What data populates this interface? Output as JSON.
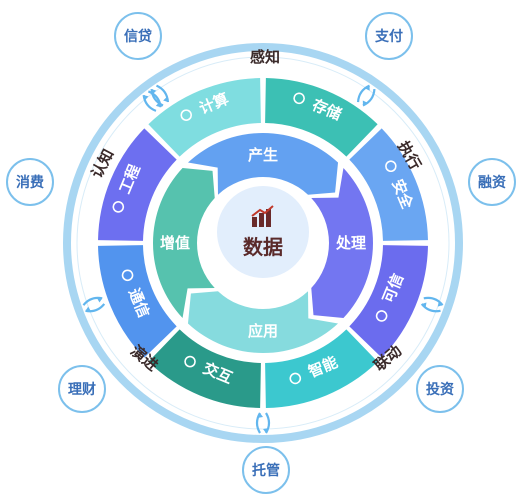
{
  "center": {
    "label": "数据"
  },
  "cycle": [
    {
      "id": "produce",
      "label": "产生",
      "color": "#5b9cf0"
    },
    {
      "id": "process",
      "label": "处理",
      "color": "#6b6ff0"
    },
    {
      "id": "apply",
      "label": "应用",
      "color": "#7fd9dc"
    },
    {
      "id": "grow",
      "label": "增值",
      "color": "#4dbfaa"
    }
  ],
  "segments": [
    {
      "id": "storage",
      "label": "存储",
      "icon": "storage-icon",
      "color": "#3cc0b4"
    },
    {
      "id": "security",
      "label": "安全",
      "icon": "shield-icon",
      "color": "#6aa6f2"
    },
    {
      "id": "trusted",
      "label": "可信",
      "icon": "trust-icon",
      "color": "#6b6cee"
    },
    {
      "id": "intelligent",
      "label": "智能",
      "icon": "ai-icon",
      "color": "#3cc8cf"
    },
    {
      "id": "interaction",
      "label": "交互",
      "icon": "interact-icon",
      "color": "#2a9a8a"
    },
    {
      "id": "communication",
      "label": "通信",
      "icon": "signal-icon",
      "color": "#5294ee"
    },
    {
      "id": "engineering",
      "label": "工程",
      "icon": "gear-icon",
      "color": "#6d6ff0"
    },
    {
      "id": "compute",
      "label": "计算",
      "icon": "compute-icon",
      "color": "#7fdde0"
    }
  ],
  "ring_labels": [
    {
      "id": "perceive",
      "label": "感知"
    },
    {
      "id": "execute",
      "label": "执行"
    },
    {
      "id": "linkage",
      "label": "联动"
    },
    {
      "id": "evolve",
      "label": "演进"
    },
    {
      "id": "cognize",
      "label": "认知"
    }
  ],
  "bubbles": [
    {
      "id": "credit",
      "label": "信贷"
    },
    {
      "id": "payment",
      "label": "支付"
    },
    {
      "id": "financing",
      "label": "融资"
    },
    {
      "id": "investment",
      "label": "投资"
    },
    {
      "id": "custody",
      "label": "托管"
    },
    {
      "id": "wealth",
      "label": "理财"
    },
    {
      "id": "consumption",
      "label": "消费"
    }
  ],
  "colors": {
    "outer_ring": "#a8d6f2",
    "bubble_stroke": "#7cc0ec",
    "center_fill": "#e2eefc",
    "cycle_arrow": "#62b6ee"
  }
}
